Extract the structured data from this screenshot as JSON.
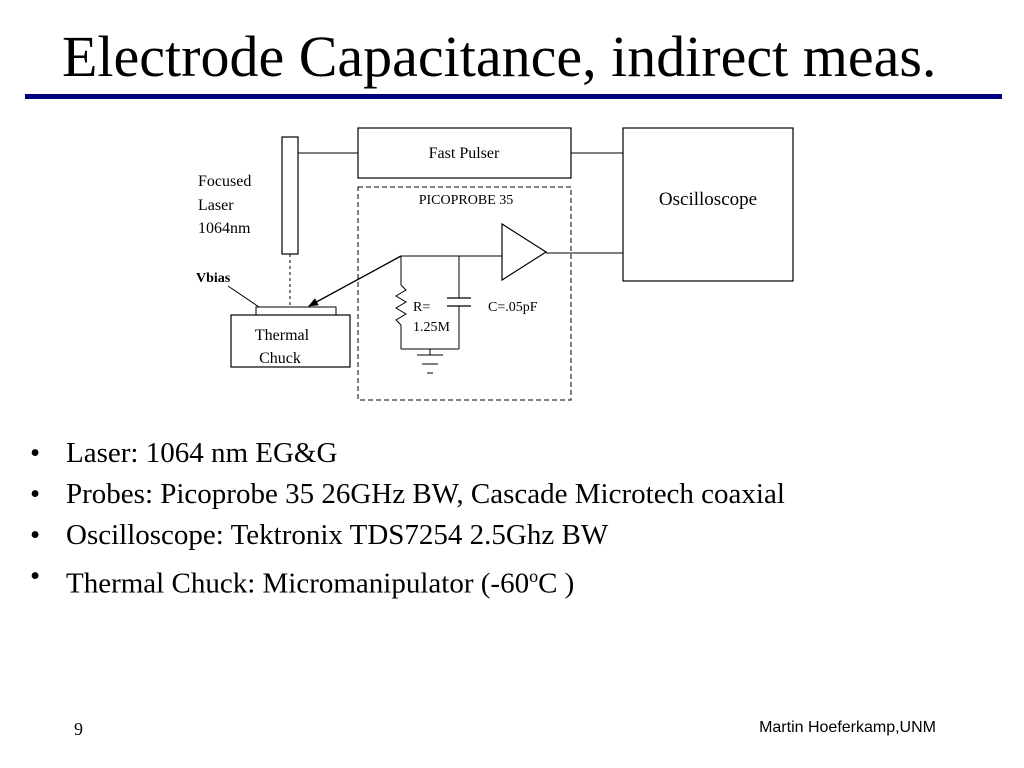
{
  "slide": {
    "title": "Electrode Capacitance, indirect meas.",
    "accent_color": "#000080"
  },
  "diagram": {
    "fast_pulser": "Fast Pulser",
    "oscilloscope": "Oscilloscope",
    "picoprobe": "PICOPROBE 35",
    "laser_lines": [
      "Focused",
      "Laser",
      "1064nm"
    ],
    "vbias": "Vbias",
    "chuck_lines": [
      "Thermal",
      "Chuck"
    ],
    "resistor_lines": [
      "R=",
      "1.25M"
    ],
    "capacitor": "C=.05pF"
  },
  "bullets": [
    {
      "text": "Laser: 1064 nm EG&G"
    },
    {
      "text": "Probes: Picoprobe 35 26GHz BW, Cascade Microtech coaxial"
    },
    {
      "text": "Oscilloscope: Tektronix TDS7254 2.5Ghz BW"
    },
    {
      "prefix": "Thermal Chuck: Micromanipulator (-60",
      "sup": "o",
      "suffix": "C )"
    }
  ],
  "footer": {
    "page_number": "9",
    "author": "Martin Hoeferkamp,UNM"
  }
}
